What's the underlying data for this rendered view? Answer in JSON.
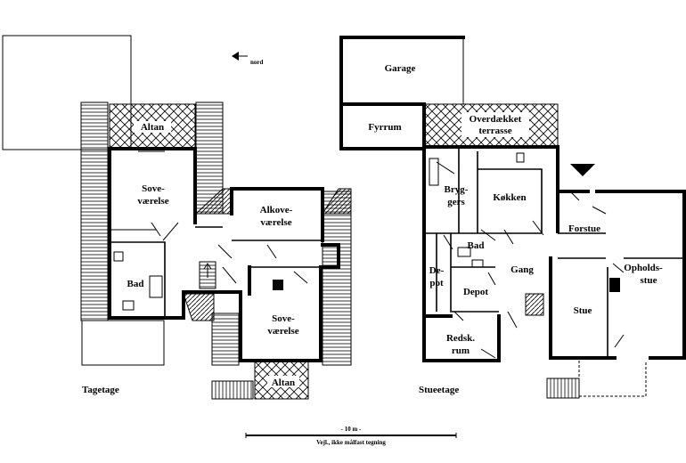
{
  "tagetage": {
    "caption": "Tagetage",
    "rooms": {
      "altan_top": "Altan",
      "sovevaerelse_1": [
        "Sove-",
        "værelse"
      ],
      "alkovevaerelse": [
        "Alkove-",
        "værelse"
      ],
      "bad": "Bad",
      "sovevaerelse_2": [
        "Sove-",
        "værelse"
      ],
      "altan_bottom": "Altan"
    }
  },
  "stueetage": {
    "caption": "Stueetage",
    "rooms": {
      "garage": "Garage",
      "fyrrum": "Fyrrum",
      "overdaekket_terrasse": [
        "Overdækket",
        "terrasse"
      ],
      "bryggers": [
        "Bryg-",
        "gers"
      ],
      "kokken": "Køkken",
      "forstue": "Forstue",
      "opholdsstue": [
        "Opholds-",
        "stue"
      ],
      "bad": "Bad",
      "depot_left": [
        "De-",
        "pot"
      ],
      "depot": "Depot",
      "gang": "Gang",
      "stue": "Stue",
      "redskabsrum": [
        "Redsk.",
        "rum"
      ]
    }
  },
  "compass": {
    "label": "nord",
    "icon": "arrow-left-icon"
  },
  "scale": {
    "label": "- 10 m -",
    "note": "Vejl., ikke målfast tegning"
  },
  "colors": {
    "ink": "#000000",
    "paper": "#ffffff"
  }
}
